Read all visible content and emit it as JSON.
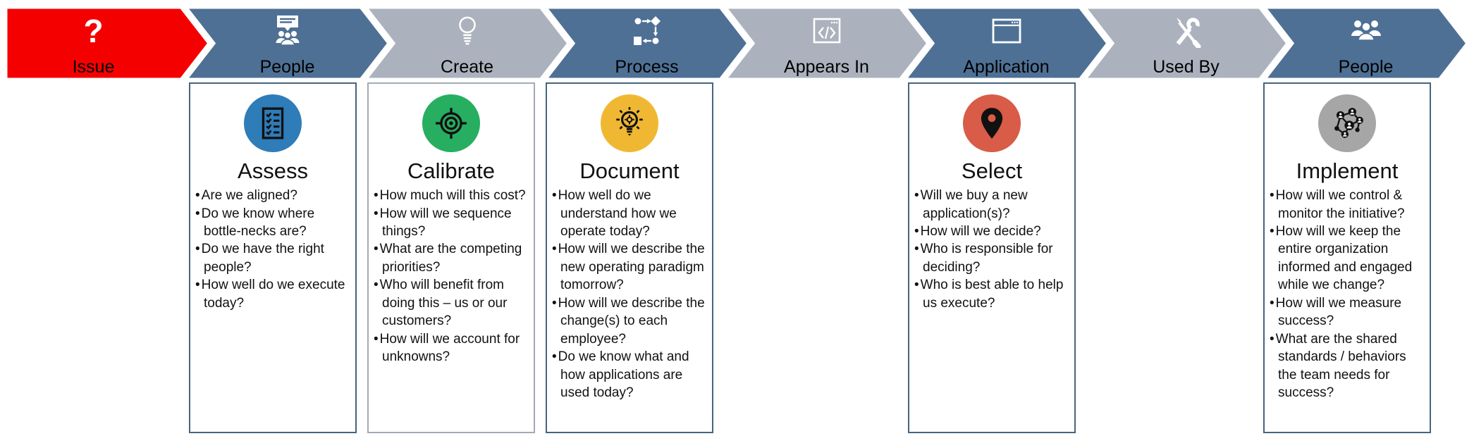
{
  "colors": {
    "issue_red": "#F50000",
    "steel_blue": "#4E7095",
    "light_gray": "#ABB2BD",
    "separator_white": "#FFFFFF",
    "card_border_blue": "#44657F",
    "card_border_gray": "#A3AAB6",
    "assess_circle": "#2E7CB8",
    "calibrate_circle": "#27AE60",
    "document_circle": "#F0B832",
    "select_circle": "#D85C47",
    "implement_circle": "#A6A6A6"
  },
  "chevrons": [
    {
      "label": "Issue",
      "icon": "question-mark-icon",
      "color": "#F50000"
    },
    {
      "label": "People",
      "icon": "presentation-audience-icon",
      "color": "#4E7095"
    },
    {
      "label": "Create",
      "icon": "lightbulb-icon",
      "color": "#ABB2BD"
    },
    {
      "label": "Process",
      "icon": "flowchart-icon",
      "color": "#4E7095"
    },
    {
      "label": "Appears In",
      "icon": "code-window-icon",
      "color": "#ABB2BD"
    },
    {
      "label": "Application",
      "icon": "browser-window-icon",
      "color": "#4E7095"
    },
    {
      "label": "Used By",
      "icon": "tools-icon",
      "color": "#ABB2BD"
    },
    {
      "label": "People",
      "icon": "people-group-icon",
      "color": "#4E7095"
    }
  ],
  "cards": [
    {
      "title": "Assess",
      "icon": "checklist-icon",
      "icon_bg": "#2E7CB8",
      "bullets": [
        "Are we aligned?",
        "Do we know where bottle-necks are?",
        "Do we have the right people?",
        "How well do we execute today?"
      ]
    },
    {
      "title": "Calibrate",
      "icon": "target-icon",
      "icon_bg": "#27AE60",
      "bullets": [
        "How much will this cost?",
        "How will we sequence things?",
        "What are the competing priorities?",
        "Who will benefit from doing this – us or our customers?",
        "How will we account for unknowns?"
      ]
    },
    {
      "title": "Document",
      "icon": "idea-lightbulb-icon",
      "icon_bg": "#F0B832",
      "bullets": [
        "How well do we understand how we operate today?",
        "How will we describe the new operating paradigm tomorrow?",
        "How will we describe the change(s) to each employee?",
        "Do we know what and how applications are used today?"
      ]
    },
    {
      "title": "Select",
      "icon": "map-pin-icon",
      "icon_bg": "#D85C47",
      "bullets": [
        "Will we buy a new application(s)?",
        "How will we decide?",
        "Who is responsible for deciding?",
        "Who is best able to help us execute?"
      ]
    },
    {
      "title": "Implement",
      "icon": "people-network-icon",
      "icon_bg": "#A6A6A6",
      "bullets": [
        "How will we control & monitor the initiative?",
        "How will we keep the entire organization informed and engaged while we change?",
        "How will we measure success?",
        "What are the shared standards / behaviors the team needs for success?"
      ]
    }
  ]
}
